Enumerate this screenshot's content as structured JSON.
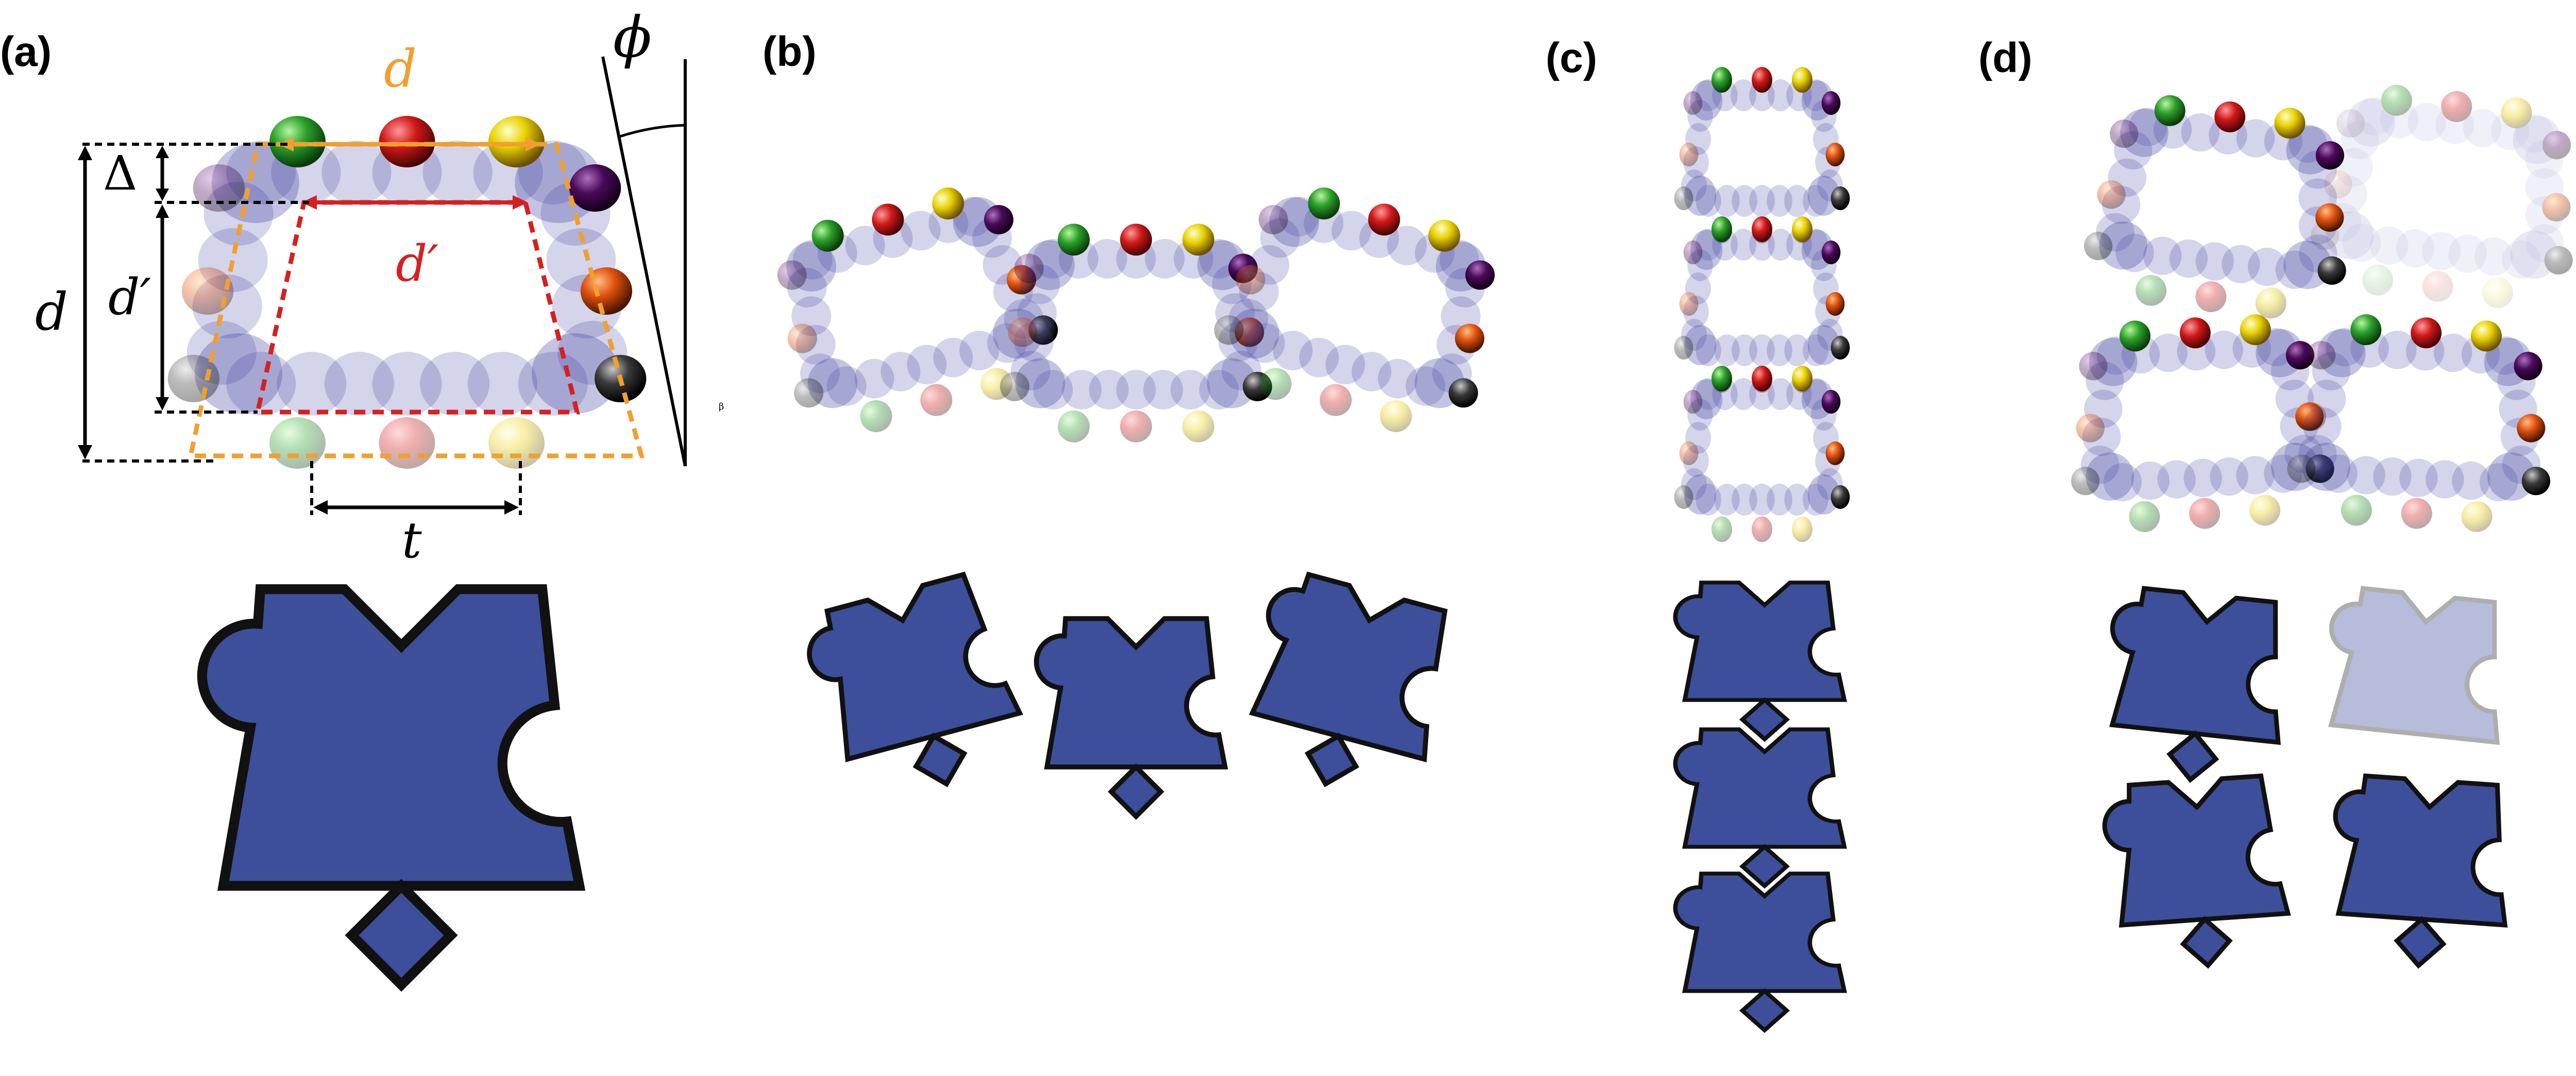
{
  "panels": [
    {
      "id": "a",
      "label": "(a)"
    },
    {
      "id": "b",
      "label": "(b)"
    },
    {
      "id": "c",
      "label": "(c)"
    },
    {
      "id": "d",
      "label": "(d)"
    }
  ],
  "annotations": {
    "d_top": "d",
    "d_side": "d",
    "d_prime_side": "d′",
    "d_prime_center": "d′",
    "delta": "Δ",
    "phi": "ϕ",
    "t": "t",
    "beta_small": "β"
  },
  "colors": {
    "piece_fill": "#3d4f9a",
    "piece_outline": "#111111",
    "lattice_bead": "#3a3aa0",
    "measure_orange": "#f0a030",
    "measure_red": "#d62020",
    "ghost_fill": "#b3b9d9",
    "ghost_outline": "#aaaaaa",
    "patch_green": "#2aa02a",
    "patch_red": "#d01818",
    "patch_yellow": "#e8d000",
    "patch_purple": "#4a0a5a",
    "patch_orange": "#e05010",
    "patch_black": "#222222"
  }
}
